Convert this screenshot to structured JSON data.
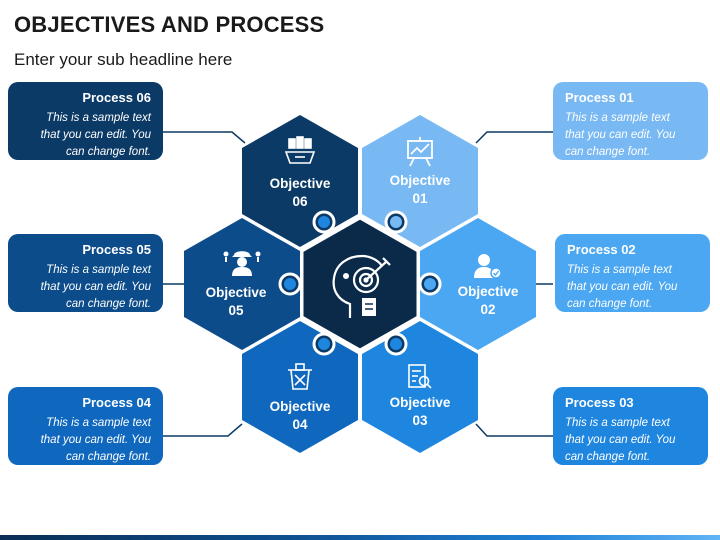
{
  "header": {
    "title": "OBJECTIVES AND PROCESS",
    "subtitle": "Enter your sub headline here"
  },
  "center": {
    "icon": "head-target-icon",
    "color": "#0b2a4a"
  },
  "hexagons": [
    {
      "label_line1": "Objective",
      "label_line2": "01",
      "icon": "presentation-chart-icon",
      "color": "#78b8f3"
    },
    {
      "label_line1": "Objective",
      "label_line2": "02",
      "icon": "user-check-icon",
      "color": "#4ba7f1"
    },
    {
      "label_line1": "Objective",
      "label_line2": "03",
      "icon": "checklist-search-icon",
      "color": "#1f86e0"
    },
    {
      "label_line1": "Objective",
      "label_line2": "04",
      "icon": "trash-documents-icon",
      "color": "#0f68bd"
    },
    {
      "label_line1": "Objective",
      "label_line2": "05",
      "icon": "worker-ideas-icon",
      "color": "#0c4c8a"
    },
    {
      "label_line1": "Objective",
      "label_line2": "06",
      "icon": "documents-box-icon",
      "color": "#0c3a66"
    }
  ],
  "processes": [
    {
      "title": "Process 01",
      "text_lines": [
        "This is a sample text",
        "that you can edit. You",
        "can change font."
      ],
      "color": "#78b8f3"
    },
    {
      "title": "Process 02",
      "text_lines": [
        "This is a sample text",
        "that you can edit. You",
        "can change font."
      ],
      "color": "#4ba7f1"
    },
    {
      "title": "Process 03",
      "text_lines": [
        "This is a sample text",
        "that you can edit. You",
        "can change font."
      ],
      "color": "#1f86e0"
    },
    {
      "title": "Process 04",
      "text_lines": [
        "This is a sample text",
        "that you can edit. You",
        "can change font."
      ],
      "color": "#0f68bd"
    },
    {
      "title": "Process 05",
      "text_lines": [
        "This is a sample text",
        "that you can edit. You",
        "can change font."
      ],
      "color": "#0c4c8a"
    },
    {
      "title": "Process 06",
      "text_lines": [
        "This is a sample text",
        "that you can edit. You",
        "can change font."
      ],
      "color": "#0c3a66"
    }
  ]
}
